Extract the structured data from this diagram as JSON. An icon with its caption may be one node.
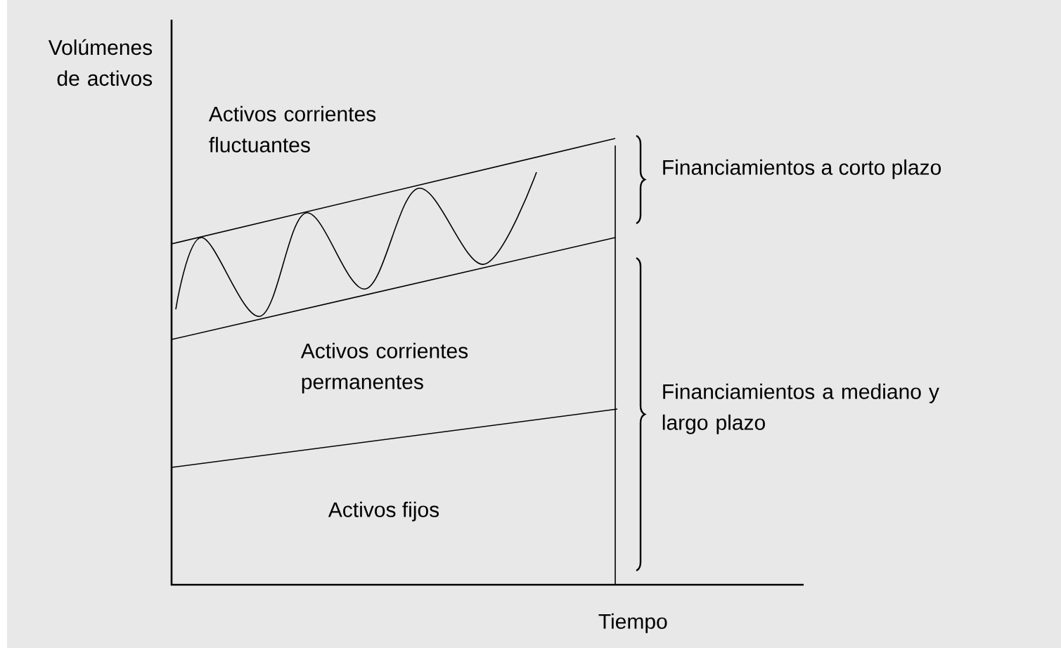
{
  "diagram": {
    "labels": [
      "Volúmenes de activos",
      "Activos corrientes fluctuantes",
      "Financiamientos a corto plazo",
      "Activos corrientes permanentes",
      "Financiamientos a mediano y largo plazo",
      "Activos fijos",
      "Tiempo"
    ]
  }
}
